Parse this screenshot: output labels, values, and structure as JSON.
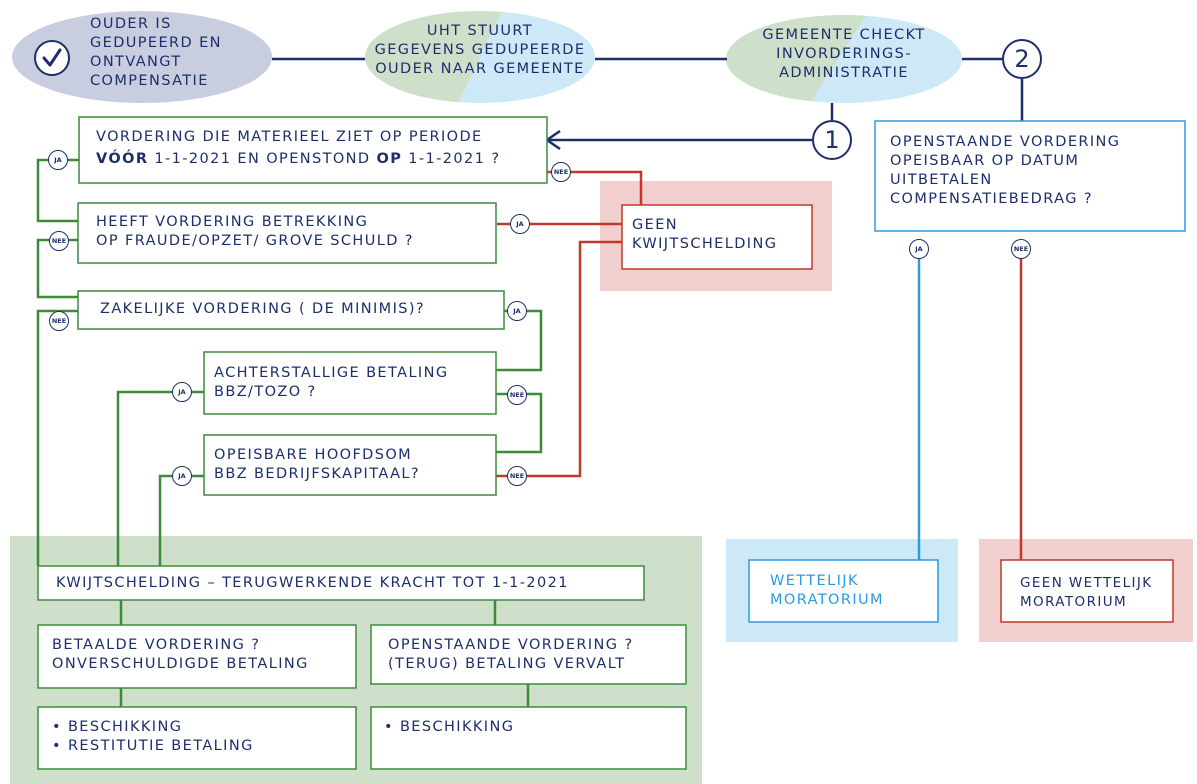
{
  "top": {
    "ouder_gedupeerd": "OUDER IS\nGEDUPEERD EN\nONTVANGT\nCOMPENSATIE",
    "uht_stuurt": "UHT STUURT\nGEGEVENS GEDUPEERDE\nOUDER NAAR GEMEENTE",
    "gemeente_checkt": "GEMEENTE CHECKT\nINVORDERINGS-\nADMINISTRATIE",
    "marker_1": "1",
    "marker_2": "2"
  },
  "left_flow": {
    "q_periode_a": "VORDERING DIE MATERIEEL ZIET OP PERIODE",
    "q_periode_b_pre": "",
    "q_periode_b_voor": "VÓÓR",
    "q_periode_b_mid": " 1-1-2021 EN OPENSTOND ",
    "q_periode_b_op": "OP",
    "q_periode_b_post": " 1-1-2021 ?",
    "q_fraude": "HEEFT VORDERING BETREKKING\nOP FRAUDE/OPZET/ GROVE SCHULD ?",
    "q_zakelijk": "ZAKELIJKE VORDERING ( DE MINIMIS)?",
    "q_achterstallig": "ACHTERSTALLIGE BETALING\nBBZ/TOZO ?",
    "q_hoofdsom": "OPEISBARE HOOFDSOM\nBBZ BEDRIJFSKAPITAAL?",
    "geen_kwijtschelding": "GEEN\nKWIJTSCHELDING",
    "kwijtschelding": "KWIJTSCHELDING – TERUGWERKENDE KRACHT TOT 1-1-2021",
    "betaalde_vordering": "BETAALDE VORDERING ?\nONVERSCHULDIGDE BETALING",
    "openstaande_vordering_l": "OPENSTAANDE VORDERING ?\n(TERUG) BETALING VERVALT",
    "beschikking_restitutie": "• BESCHIKKING\n• RESTITUTIE BETALING",
    "beschikking": "• BESCHIKKING"
  },
  "right_flow": {
    "q_opeisbaar": "OPENSTAANDE VORDERING\nOPEISBAAR OP DATUM\nUITBETALEN\nCOMPENSATIEBEDRAG ?",
    "wettelijk_moratorium": "WETTELIJK\nMORATORIUM",
    "geen_wettelijk_moratorium": "GEEN WETTELIJK\nMORATORIUM"
  },
  "labels": {
    "ja": "JA",
    "nee": "NEE"
  },
  "colors": {
    "navy": "#1d2f6b",
    "green": "#3d8a3a",
    "red": "#c0392b",
    "blue": "#2b9be0",
    "green_bg": "#cfe0ca",
    "red_bg": "#f2cfcf",
    "blue_bg": "#cde9f8"
  }
}
